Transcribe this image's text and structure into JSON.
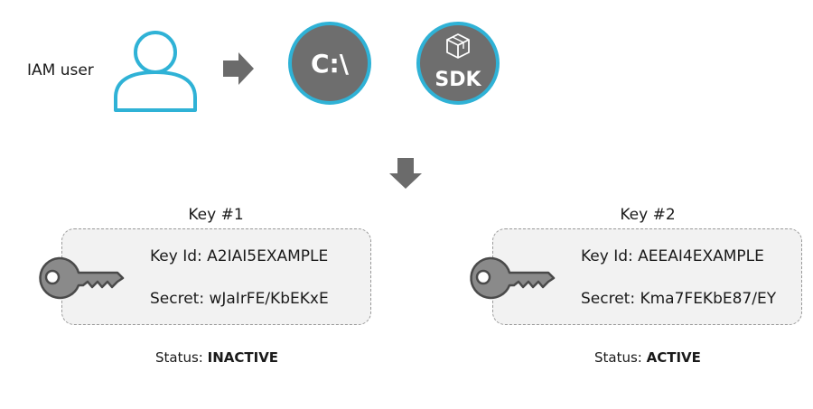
{
  "user": {
    "label": "IAM user",
    "icon": "user-icon"
  },
  "tools": [
    {
      "name": "cli",
      "label": "C:\\",
      "icon": "cli-icon"
    },
    {
      "name": "sdk",
      "label": "SDK",
      "icon": "sdk-cube-icon"
    }
  ],
  "keys": [
    {
      "title": "Key #1",
      "key_id": "Key Id: A2IAI5EXAMPLE",
      "secret": "Secret: wJaIrFE/KbEKxE",
      "status_prefix": "Status: ",
      "status": "INACTIVE"
    },
    {
      "title": "Key #2",
      "key_id": "Key Id: AEEAI4EXAMPLE",
      "secret": "Secret: Kma7FEKbE87/EY",
      "status_prefix": "Status: ",
      "status": "ACTIVE"
    }
  ],
  "colors": {
    "accent": "#2fb2d6",
    "circle_fill": "#6e6e6e",
    "arrow": "#6b6b6b",
    "key_box_bg": "#f2f2f2",
    "key_icon": "#8a8a8a"
  }
}
